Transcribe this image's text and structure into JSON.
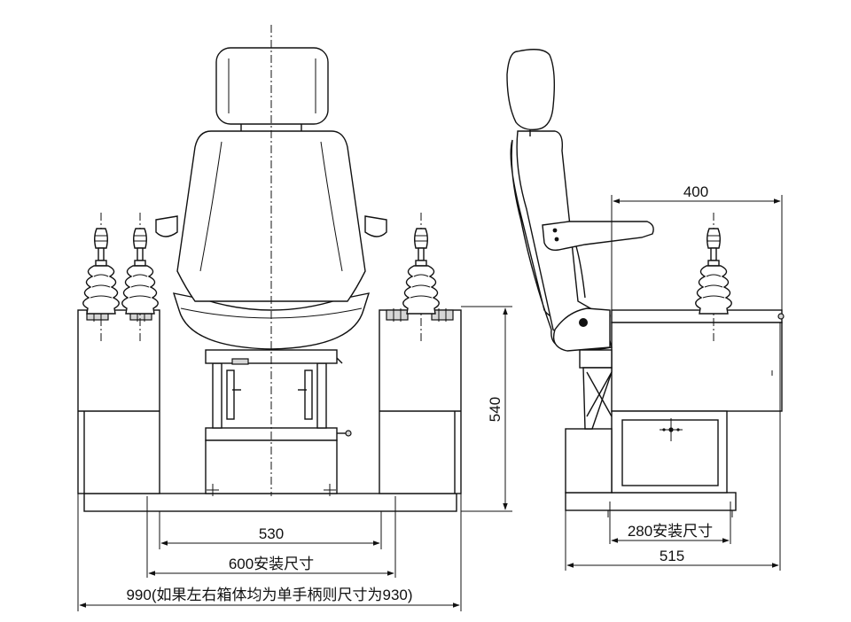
{
  "dimensions": {
    "top_width": "400",
    "height": "540",
    "seat_base_width": "530",
    "mount_width_front": "600安装尺寸",
    "overall_width": "990(如果左右箱体均为单手柄则尺寸为930)",
    "mount_width_side": "280安装尺寸",
    "side_depth": "515"
  }
}
